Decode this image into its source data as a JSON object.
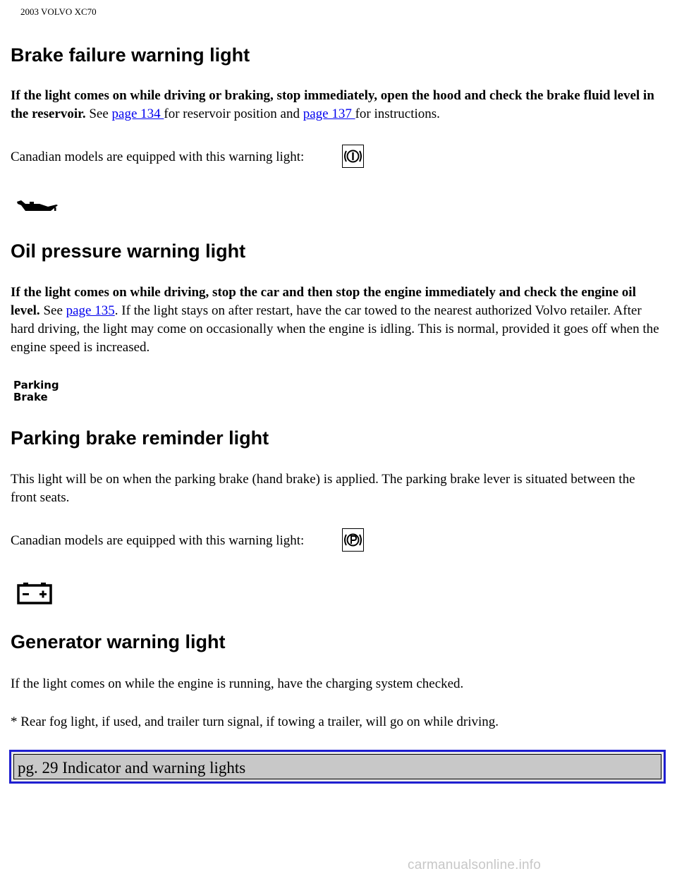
{
  "header": {
    "title": "2003 VOLVO XC70"
  },
  "brake_failure": {
    "heading": "Brake failure warning light",
    "bold_text": "If the light comes on while driving or braking, stop immediately, open the hood and check the brake fluid level in the reservoir.",
    "see": " See ",
    "link1": "page 134 ",
    "mid": "for reservoir position and ",
    "link2": "page 137 ",
    "end": "for instructions.",
    "canadian": "Canadian models are equipped with this warning light:",
    "icon": "brake-warning-circle-icon"
  },
  "oil_pressure": {
    "icon": "oil-can-icon",
    "heading": "Oil pressure warning light",
    "bold_text": "If the light comes on while driving, stop the car and then stop the engine immediately and check the engine oil level.",
    "see": " See ",
    "link": "page 135",
    "rest": ". If the light stays on after restart, have the car towed to the nearest authorized Volvo retailer. After hard driving, the light may come on occasionally when the engine is idling. This is normal, provided it goes off when the engine speed is increased."
  },
  "parking_brake": {
    "icon_line1": "Parking",
    "icon_line2": "Brake",
    "heading": "Parking brake reminder light",
    "text": "This light will be on when the parking brake (hand brake) is applied. The parking brake lever is situated between the front seats.",
    "canadian": "Canadian models are equipped with this warning light:",
    "icon": "parking-brake-p-circle-icon"
  },
  "generator": {
    "icon": "battery-icon",
    "heading": "Generator warning light",
    "text": "If the light comes on while the engine is running, have the charging system checked.",
    "footnote": "* Rear fog light, if used, and trailer turn signal, if towing a trailer, will go on while driving."
  },
  "footer": {
    "label": "pg. 29 Indicator and warning lights"
  },
  "watermark": "carmanualsonline.info"
}
